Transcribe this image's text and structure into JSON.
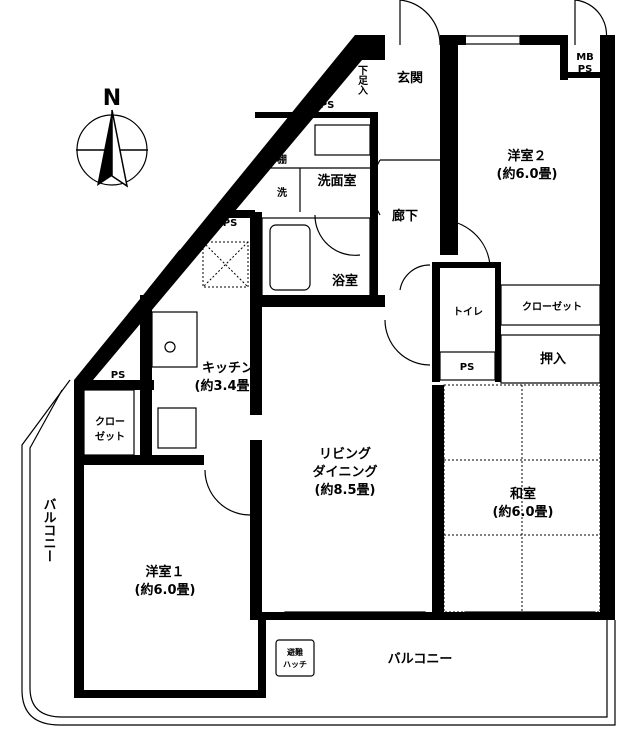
{
  "compass": {
    "label": "N"
  },
  "rooms": {
    "entrance": "玄関",
    "shoe_closet": "下足入",
    "mb_ps": [
      "MB",
      "PS"
    ],
    "ps_top": "PS",
    "ps_kitchen": "PS",
    "ps_left": "PS",
    "ps_toilet": "PS",
    "washroom": "洗面室",
    "wash": "洗",
    "shelf": "棚",
    "bath": "浴室",
    "corridor": "廊下",
    "toilet": "トイレ",
    "western2": {
      "name": "洋室２",
      "size": "(約6.0畳)"
    },
    "closet2": "クローゼット",
    "oshiire": "押入",
    "kitchen": {
      "name": "キッチン",
      "size": "(約3.4畳)"
    },
    "closet1": [
      "クロー",
      "ゼット"
    ],
    "living": {
      "name1": "リビング",
      "name2": "ダイニング",
      "size": "(約8.5畳)"
    },
    "japanese": {
      "name": "和室",
      "size": "(約6.0畳)"
    },
    "western1": {
      "name": "洋室１",
      "size": "(約6.0畳)"
    },
    "balcony_bottom": "バルコニー",
    "balcony_left": "バルコニー",
    "hatch": [
      "避難",
      "ハッチ"
    ]
  }
}
